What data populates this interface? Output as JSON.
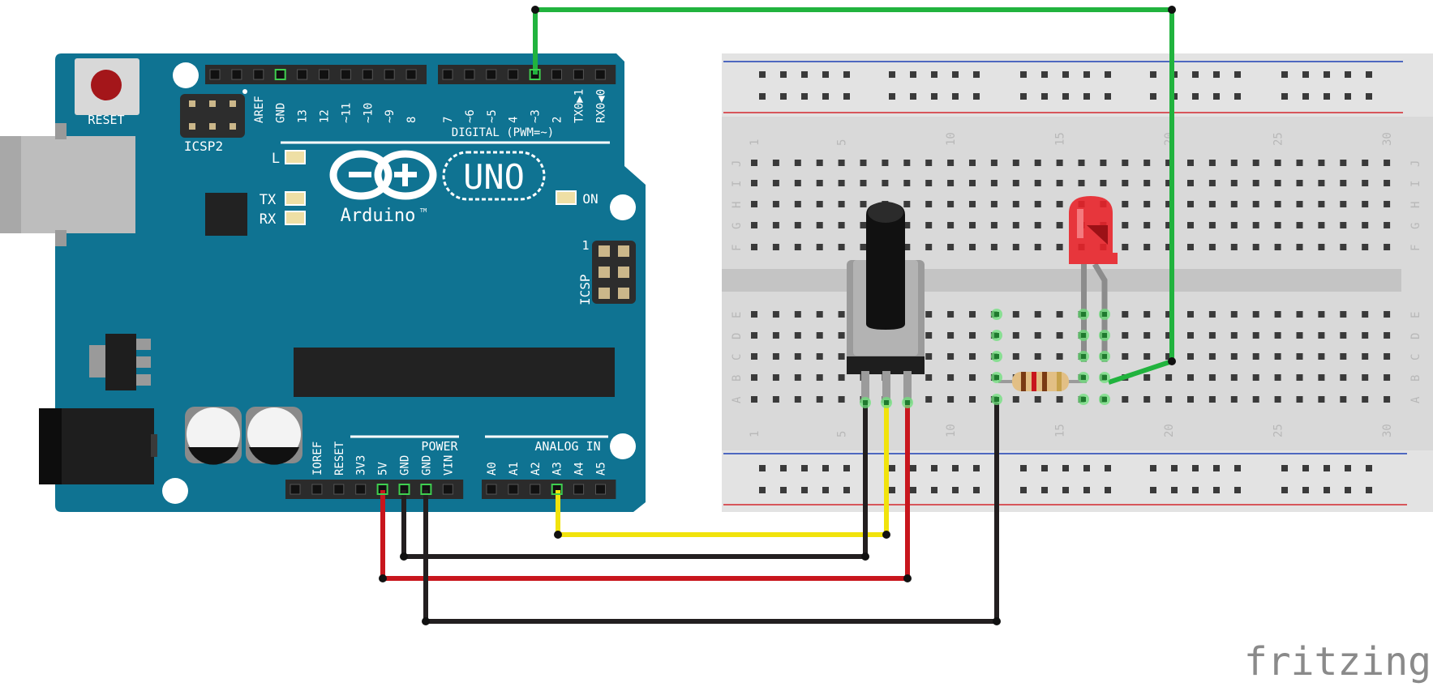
{
  "board": {
    "reset_label": "RESET",
    "icsp2_label": "ICSP2",
    "icsp_label": "ICSP",
    "icsp_pin1": "1",
    "digital_label": "DIGITAL (PWM=~)",
    "digital_pins": [
      "AREF",
      "GND",
      "13",
      "12",
      "~11",
      "~10",
      "~9",
      "8",
      "7",
      "~6",
      "~5",
      "4",
      "~3",
      "2",
      "TX0▶1",
      "RX0◀0"
    ],
    "led_l": "L",
    "led_tx": "TX",
    "led_rx": "RX",
    "led_on": "ON",
    "model": "UNO",
    "brand": "Arduino",
    "tm": "TM",
    "power_label": "POWER",
    "power_pins": [
      "IOREF",
      "RESET",
      "3V3",
      "5V",
      "GND",
      "GND",
      "VIN"
    ],
    "analog_label": "ANALOG IN",
    "analog_pins": [
      "A0",
      "A1",
      "A2",
      "A3",
      "A4",
      "A5"
    ]
  },
  "breadboard": {
    "rows_top": [
      "J",
      "I",
      "H",
      "G",
      "F"
    ],
    "rows_bottom": [
      "E",
      "D",
      "C",
      "B",
      "A"
    ],
    "column_labels": [
      "1",
      "5",
      "10",
      "15",
      "20",
      "25",
      "30"
    ]
  },
  "colors": {
    "board": "#0f7392",
    "wire_green": "#21b33e",
    "wire_yellow": "#f1e30c",
    "wire_red": "#c8161d",
    "wire_black": "#231f20",
    "led_red": "#e8232a",
    "rail_blue": "#1d3fb5",
    "rail_red": "#d3282e"
  },
  "brand_mark": "fritzing"
}
